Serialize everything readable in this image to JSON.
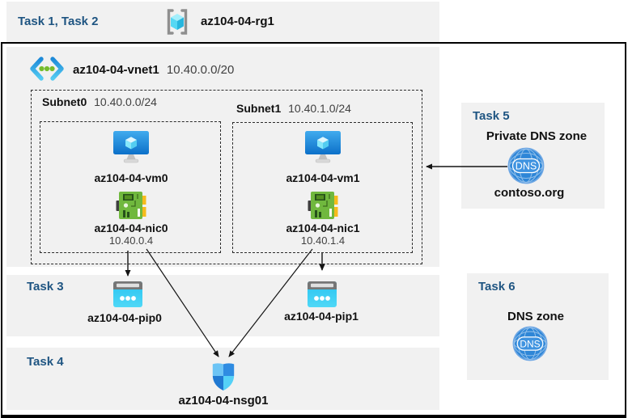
{
  "header": {
    "tasks_label": "Task 1, Task 2",
    "resource_group": "az104-04-rg1"
  },
  "vnet": {
    "name": "az104-04-vnet1",
    "cidr": "10.40.0.0/20"
  },
  "subnets": [
    {
      "name": "Subnet0",
      "cidr": "10.40.0.0/24",
      "vm": "az104-04-vm0",
      "nic": "az104-04-nic0",
      "ip": "10.40.0.4"
    },
    {
      "name": "Subnet1",
      "cidr": "10.40.1.0/24",
      "vm": "az104-04-vm1",
      "nic": "az104-04-nic1",
      "ip": "10.40.1.4"
    }
  ],
  "task3": {
    "label": "Task 3",
    "pips": [
      {
        "name": "az104-04-pip0"
      },
      {
        "name": "az104-04-pip1"
      }
    ]
  },
  "task4": {
    "label": "Task 4",
    "nsg": "az104-04-nsg01"
  },
  "task5": {
    "label": "Task 5",
    "title": "Private DNS zone",
    "zone": "contoso.org",
    "dns_text": "DNS"
  },
  "task6": {
    "label": "Task 6",
    "title": "DNS zone",
    "dns_text": "DNS"
  },
  "colors": {
    "task_label_blue": "#1f5582",
    "panel_gray": "#f1f1f1",
    "pip_cyan": "#2cc9f2",
    "nic_green": "#70b83e",
    "dns_blue": "#2e86d7",
    "vm_blue": "#0d70c9",
    "arrow_black": "#141414"
  }
}
